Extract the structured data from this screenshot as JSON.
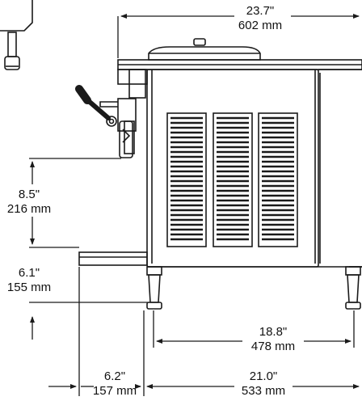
{
  "dimensions": {
    "overall_width": {
      "imperial": "23.7\"",
      "metric": "602 mm"
    },
    "spout_height": {
      "imperial": "8.5\"",
      "metric": "216 mm"
    },
    "drip_tray_height": {
      "imperial": "6.1\"",
      "metric": "155 mm"
    },
    "inner_leg_span": {
      "imperial": "18.8\"",
      "metric": "478 mm"
    },
    "front_offset": {
      "imperial": "6.2\"",
      "metric": "157 mm"
    },
    "base_depth": {
      "imperial": "21.0\"",
      "metric": "533 mm"
    }
  },
  "colors": {
    "line": "#1a1a1a",
    "text": "#111111",
    "background": "#ffffff"
  }
}
